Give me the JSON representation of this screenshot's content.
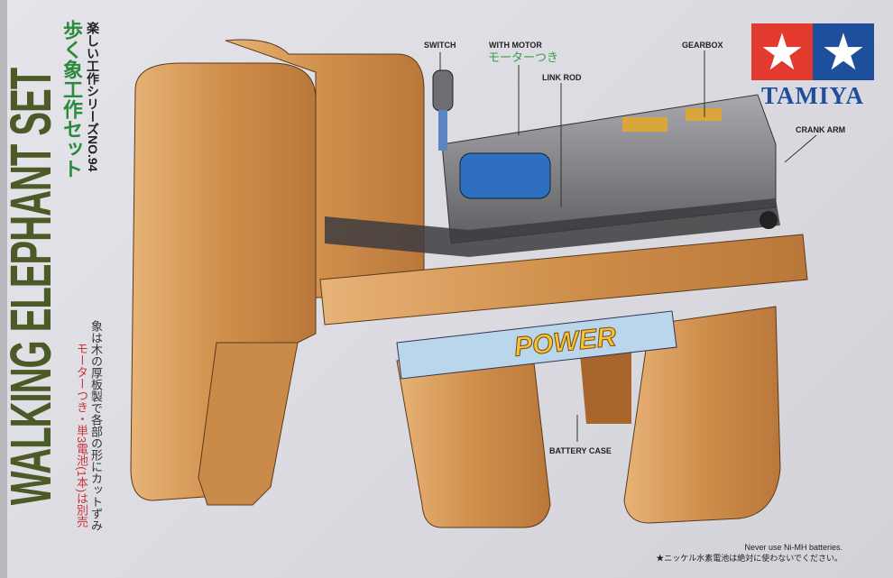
{
  "title": "WALKING ELEPHANT SET",
  "series_label": "楽しい工作シリーズNO.94",
  "japanese_title": "歩く象工作セット",
  "description_line1": "象は木の厚板製で各部の形にカットずみ",
  "description_line2": "モーターつき・単3電池(1本)は別売",
  "brand": {
    "name": "TAMIYA",
    "colors": {
      "red": "#e23a2f",
      "blue": "#1e4f9c"
    }
  },
  "labels": {
    "switch": "SWITCH",
    "with_motor": "WITH MOTOR",
    "with_motor_jp": "モーターつき",
    "link_rod": "LINK ROD",
    "gearbox": "GEARBOX",
    "crank_arm": "CRANK ARM",
    "battery_case": "BATTERY CASE"
  },
  "battery_text": "POWER",
  "warning_en": "Never use Ni-MH batteries.",
  "warning_jp": "★ニッケル水素電池は絶対に使わないでください。",
  "colors": {
    "title_green": "#4b5a27",
    "wood": "#d79a55",
    "gear_gray": "#7d7d80"
  }
}
